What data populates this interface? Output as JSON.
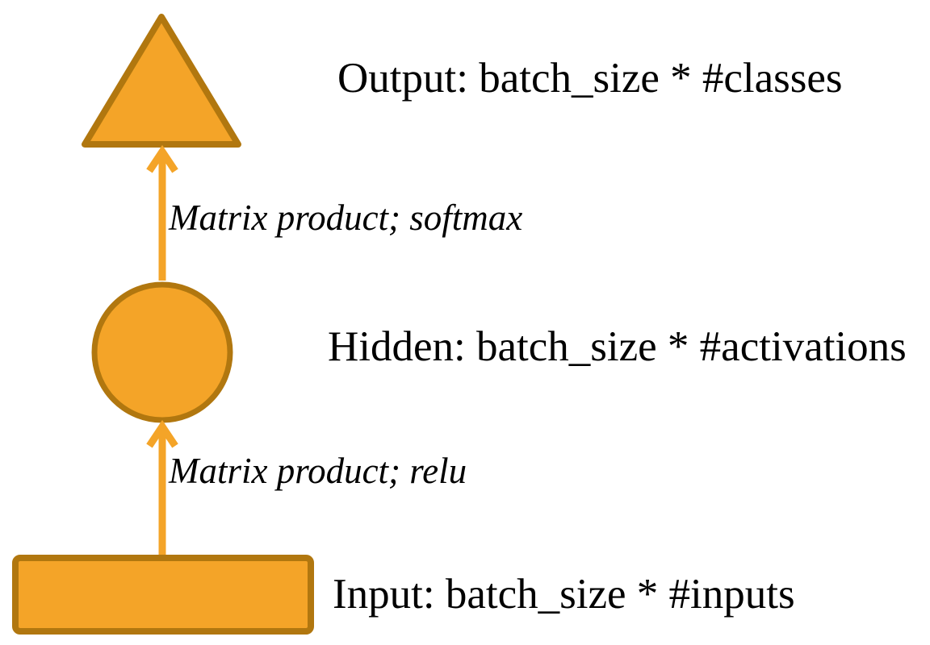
{
  "diagram": {
    "type": "neural-network-layer-diagram",
    "colors": {
      "background": "#FFFFFF",
      "shape_fill": "#F4A428",
      "shape_stroke": "#B1770F",
      "arrow": "#F4A428",
      "text": "#000000"
    },
    "nodes": [
      {
        "id": "output",
        "shape": "triangle",
        "label": "Output: batch_size * #classes"
      },
      {
        "id": "hidden",
        "shape": "circle",
        "label": "Hidden: batch_size * #activations"
      },
      {
        "id": "input",
        "shape": "rectangle",
        "label": "Input: batch_size * #inputs"
      }
    ],
    "edges": [
      {
        "from": "hidden",
        "to": "output",
        "label": "Matrix product; softmax"
      },
      {
        "from": "input",
        "to": "hidden",
        "label": "Matrix product; relu"
      }
    ]
  }
}
